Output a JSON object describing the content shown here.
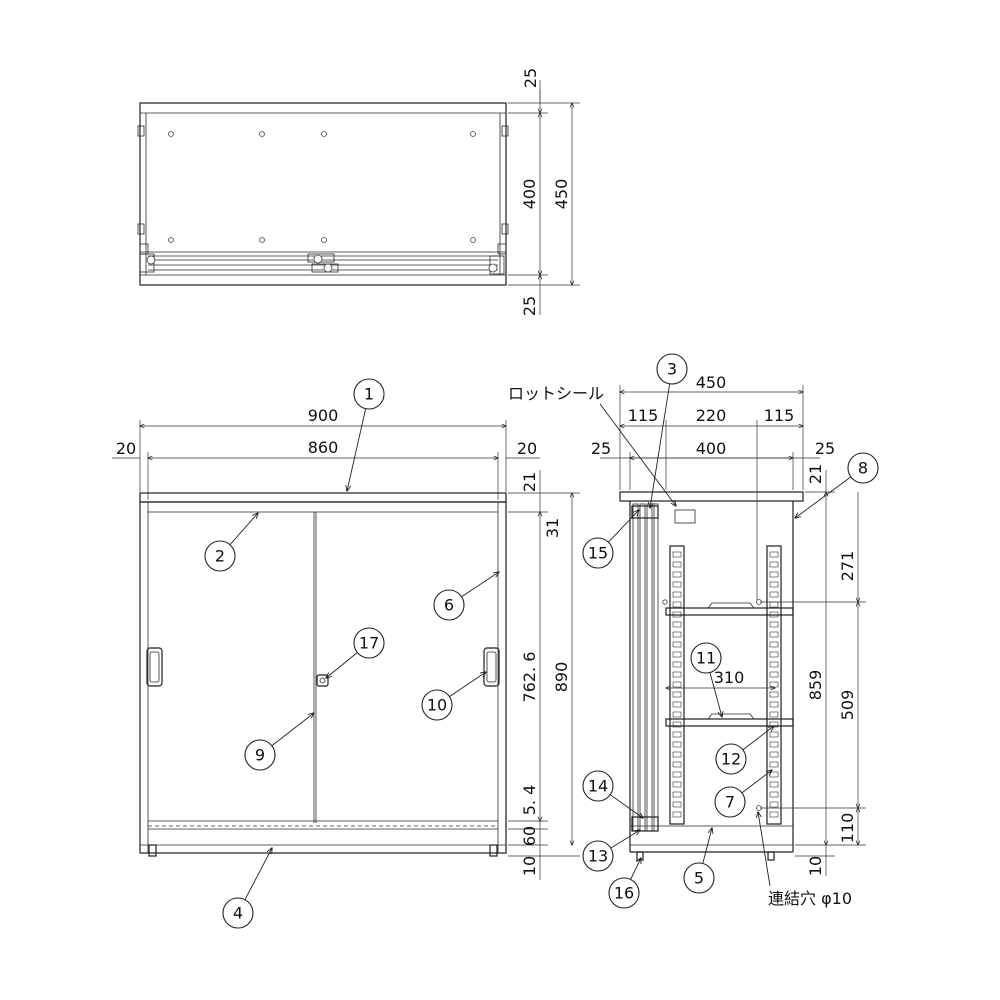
{
  "top_view": {
    "dims": [
      "25",
      "400",
      "450",
      "25"
    ]
  },
  "front_view": {
    "dims": [
      "900",
      "20",
      "860",
      "20",
      "21",
      "31",
      "762. 6",
      "890",
      "5. 4",
      "60",
      "10"
    ]
  },
  "side_view": {
    "dims": [
      "450",
      "115",
      "220",
      "115",
      "25",
      "400",
      "25",
      "21",
      "271",
      "859",
      "509",
      "310",
      "110",
      "10"
    ],
    "seal_label": "ロットシール",
    "hole_label": "連結穴 φ10"
  },
  "balloons": [
    "1",
    "2",
    "3",
    "4",
    "5",
    "6",
    "7",
    "8",
    "9",
    "10",
    "11",
    "12",
    "13",
    "14",
    "15",
    "16",
    "17"
  ],
  "colors": {
    "line": "#1f1f1f",
    "background": "#ffffff"
  }
}
